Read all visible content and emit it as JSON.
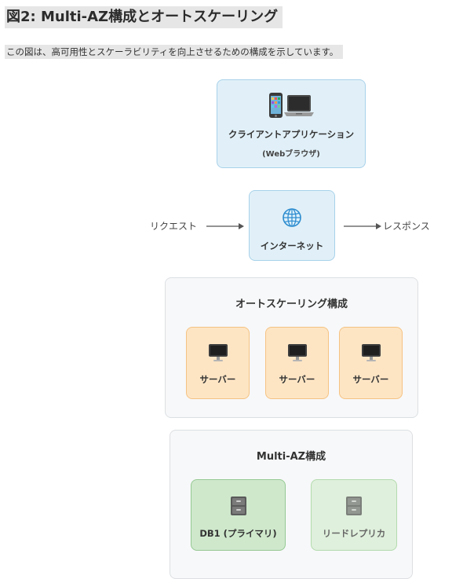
{
  "heading": {
    "title": "図2: Multi-AZ構成とオートスケーリング",
    "caption": "この図は、高可用性とスケーラビリティを向上させるための構成を示しています。"
  },
  "client": {
    "label": "クライアントアプリケーション",
    "sublabel": "(Webブラウザ)",
    "icons": [
      "mobile-phone-icon",
      "laptop-icon"
    ]
  },
  "internet": {
    "label": "インターネット",
    "icon": "globe-icon",
    "request_label": "リクエスト",
    "response_label": "レスポンス"
  },
  "autoscaling": {
    "title": "オートスケーリング構成",
    "servers": [
      {
        "label": "サーバー",
        "icon": "desktop-computer-icon"
      },
      {
        "label": "サーバー",
        "icon": "desktop-computer-icon"
      },
      {
        "label": "サーバー",
        "icon": "desktop-computer-icon"
      }
    ]
  },
  "multi_az": {
    "title": "Multi-AZ構成",
    "databases": [
      {
        "label": "DB1 (プライマリ)",
        "icon": "file-cabinet-icon"
      },
      {
        "label": "リードレプリカ",
        "icon": "file-cabinet-icon"
      }
    ]
  },
  "colors": {
    "blue_fill": "#e1f0f8",
    "blue_border": "#a8d2ea",
    "orange_fill": "#fde5c4",
    "orange_border": "#f5c383",
    "green_fill": "#cfe8cc",
    "green_border": "#96c993",
    "group_fill": "#f7f8f9"
  }
}
